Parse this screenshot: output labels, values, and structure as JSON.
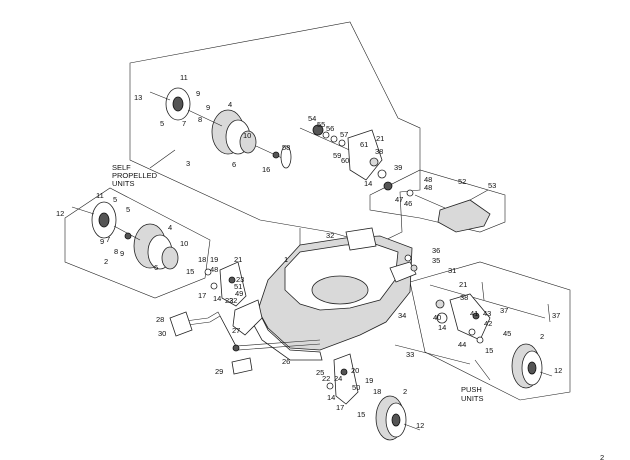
{
  "diagram": {
    "captions": {
      "self_propelled": [
        "SELF",
        "PROPELLED",
        "UNITS"
      ],
      "push": [
        "PUSH",
        "UNITS"
      ]
    },
    "callouts": [
      "1",
      "2",
      "2",
      "2",
      "2",
      "3",
      "4",
      "4",
      "5",
      "5",
      "5",
      "6",
      "6",
      "7",
      "7",
      "8",
      "8",
      "9",
      "9",
      "9",
      "9",
      "10",
      "10",
      "11",
      "11",
      "12",
      "12",
      "12",
      "13",
      "14",
      "14",
      "14",
      "14",
      "15",
      "15",
      "15",
      "16",
      "17",
      "17",
      "18",
      "18",
      "19",
      "19",
      "20",
      "21",
      "21",
      "21",
      "22",
      "22",
      "23",
      "23",
      "24",
      "25",
      "26",
      "27",
      "28",
      "29",
      "30",
      "31",
      "32",
      "33",
      "34",
      "35",
      "36",
      "37",
      "37",
      "38",
      "38",
      "39",
      "40",
      "41",
      "42",
      "43",
      "44",
      "45",
      "46",
      "47",
      "48",
      "48",
      "48",
      "49",
      "50",
      "51",
      "52",
      "53",
      "54",
      "55",
      "56",
      "57",
      "58",
      "59",
      "60",
      "61"
    ]
  }
}
